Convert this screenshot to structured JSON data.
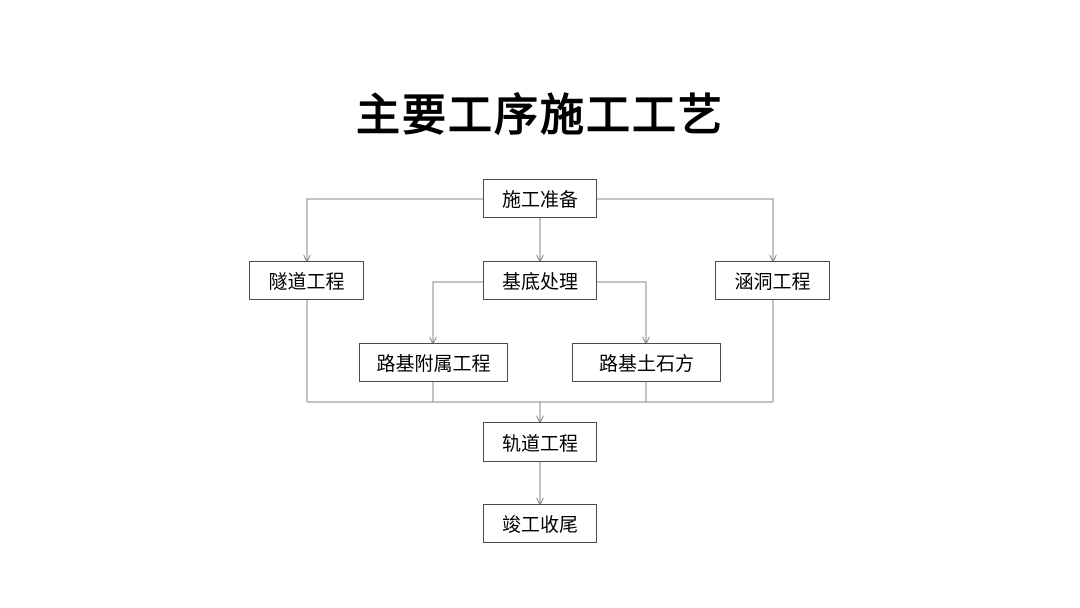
{
  "title": "主要工序施工工艺",
  "nodes": {
    "prep": "施工准备",
    "tunnel": "隧道工程",
    "base": "基底处理",
    "culvert": "涵洞工程",
    "subgrade_aux": "路基附属工程",
    "earthwork": "路基土石方",
    "track": "轨道工程",
    "finish": "竣工收尾"
  },
  "colors": {
    "line": "#8a8a8a",
    "box_border": "#4a4a4a",
    "text": "#000000"
  }
}
